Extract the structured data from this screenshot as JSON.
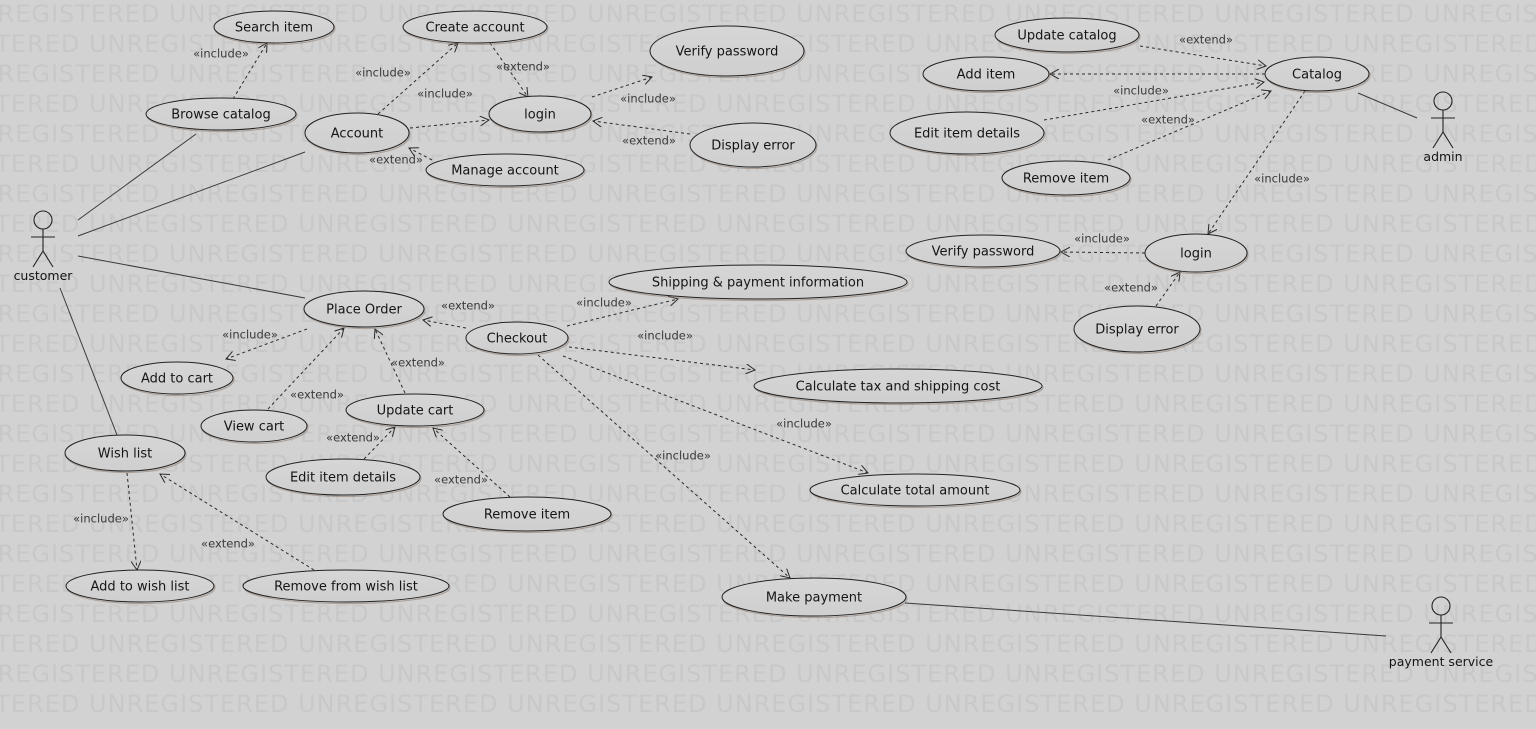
{
  "diagram": {
    "type": "use-case",
    "watermark": "UNREGISTERED",
    "actors": [
      {
        "id": "customer",
        "label": "customer"
      },
      {
        "id": "admin",
        "label": "admin"
      },
      {
        "id": "payment",
        "label": "payment service"
      }
    ],
    "use_cases": [
      {
        "id": "search",
        "label": "Search item"
      },
      {
        "id": "create",
        "label": "Create account"
      },
      {
        "id": "verify1",
        "label": "Verify password"
      },
      {
        "id": "browse",
        "label": "Browse catalog"
      },
      {
        "id": "account",
        "label": "Account"
      },
      {
        "id": "login1",
        "label": "login"
      },
      {
        "id": "manage",
        "label": "Manage account"
      },
      {
        "id": "displayerr1",
        "label": "Display error"
      },
      {
        "id": "updcat",
        "label": "Update catalog"
      },
      {
        "id": "additem",
        "label": "Add item"
      },
      {
        "id": "catalog",
        "label": "Catalog"
      },
      {
        "id": "editadm",
        "label": "Edit item details"
      },
      {
        "id": "remadm",
        "label": "Remove item"
      },
      {
        "id": "verify2",
        "label": "Verify password"
      },
      {
        "id": "login2",
        "label": "login"
      },
      {
        "id": "displayerr2",
        "label": "Display error"
      },
      {
        "id": "shipinfo",
        "label": "Shipping & payment information"
      },
      {
        "id": "placeorder",
        "label": "Place Order"
      },
      {
        "id": "checkout",
        "label": "Checkout"
      },
      {
        "id": "addcart",
        "label": "Add to cart"
      },
      {
        "id": "calctax",
        "label": "Calculate tax and shipping cost"
      },
      {
        "id": "viewcart",
        "label": "View cart"
      },
      {
        "id": "updcart",
        "label": "Update cart"
      },
      {
        "id": "wishlist",
        "label": "Wish list"
      },
      {
        "id": "editcart",
        "label": "Edit item details"
      },
      {
        "id": "calctotal",
        "label": "Calculate total amount"
      },
      {
        "id": "remcart",
        "label": "Remove item"
      },
      {
        "id": "addwish",
        "label": "Add to wish list"
      },
      {
        "id": "remwish",
        "label": "Remove from wish list"
      },
      {
        "id": "makepay",
        "label": "Make payment"
      }
    ],
    "associations": [
      {
        "from": "customer",
        "to": "browse"
      },
      {
        "from": "customer",
        "to": "account"
      },
      {
        "from": "customer",
        "to": "placeorder"
      },
      {
        "from": "customer",
        "to": "wishlist"
      },
      {
        "from": "admin",
        "to": "catalog"
      },
      {
        "from": "payment",
        "to": "makepay"
      }
    ],
    "relations": [
      {
        "from": "browse",
        "to": "search",
        "label": "«include»"
      },
      {
        "from": "account",
        "to": "create",
        "label": "«include»"
      },
      {
        "from": "account",
        "to": "login1",
        "label": "«include»"
      },
      {
        "from": "manage",
        "to": "account",
        "label": "«extend»"
      },
      {
        "from": "create",
        "to": "login1",
        "label": "«extend»"
      },
      {
        "from": "login1",
        "to": "verify1",
        "label": "«include»"
      },
      {
        "from": "displayerr1",
        "to": "login1",
        "label": "«extend»"
      },
      {
        "from": "updcat",
        "to": "catalog",
        "label": "«extend»"
      },
      {
        "from": "catalog",
        "to": "additem",
        "label": ""
      },
      {
        "from": "editadm",
        "to": "catalog",
        "label": "«include»"
      },
      {
        "from": "remadm",
        "to": "catalog",
        "label": "«extend»"
      },
      {
        "from": "catalog",
        "to": "login2",
        "label": "«include»"
      },
      {
        "from": "login2",
        "to": "verify2",
        "label": "«include»"
      },
      {
        "from": "displayerr2",
        "to": "login2",
        "label": "«extend»"
      },
      {
        "from": "checkout",
        "to": "placeorder",
        "label": "«extend»"
      },
      {
        "from": "checkout",
        "to": "shipinfo",
        "label": "«include»"
      },
      {
        "from": "checkout",
        "to": "calctax",
        "label": "«include»"
      },
      {
        "from": "checkout",
        "to": "calctotal",
        "label": "«include»"
      },
      {
        "from": "checkout",
        "to": "makepay",
        "label": "«include»"
      },
      {
        "from": "placeorder",
        "to": "addcart",
        "label": "«include»"
      },
      {
        "from": "viewcart",
        "to": "placeorder",
        "label": "«extend»"
      },
      {
        "from": "updcart",
        "to": "placeorder",
        "label": "«extend»"
      },
      {
        "from": "editcart",
        "to": "updcart",
        "label": "«extend»"
      },
      {
        "from": "remcart",
        "to": "updcart",
        "label": "«extend»"
      },
      {
        "from": "wishlist",
        "to": "addwish",
        "label": "«include»"
      },
      {
        "from": "remwish",
        "to": "wishlist",
        "label": "«extend»"
      }
    ]
  }
}
